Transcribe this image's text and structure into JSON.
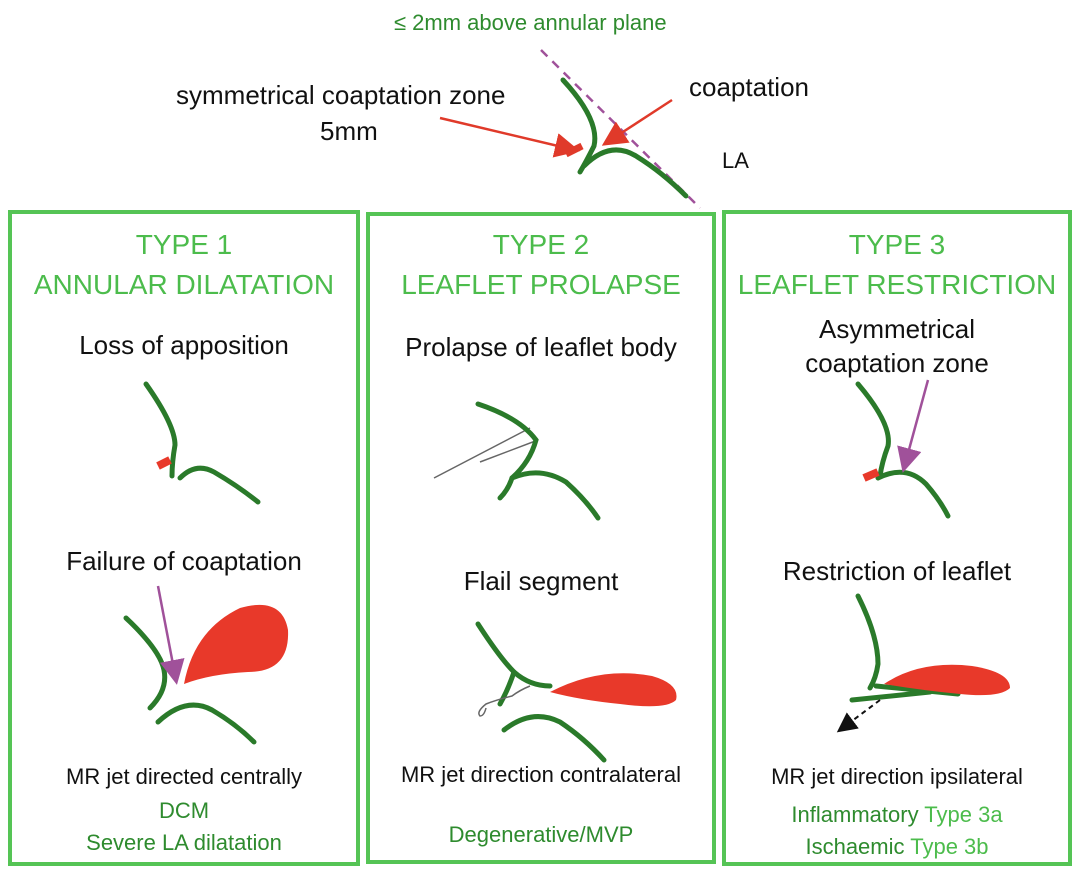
{
  "top": {
    "plane_label": "≤ 2mm above annular plane",
    "zone_label_1": "symmetrical coaptation zone",
    "zone_label_2": "5mm",
    "coaptation_label": "coaptation",
    "la_label": "LA"
  },
  "panels": [
    {
      "type": "TYPE 1",
      "name": "ANNULAR DILATATION",
      "subtitle": "Loss of apposition",
      "second_caption": "Failure of coaptation",
      "jet": "MR jet directed centrally",
      "etiology": [
        "DCM",
        "Severe LA dilatation"
      ]
    },
    {
      "type": "TYPE 2",
      "name": "LEAFLET PROLAPSE",
      "subtitle": "Prolapse of leaflet body",
      "second_caption": "Flail segment",
      "jet": "MR jet direction contralateral",
      "etiology": [
        "Degenerative/MVP"
      ]
    },
    {
      "type": "TYPE 3",
      "name": "LEAFLET RESTRICTION",
      "subtitle_1": "Asymmetrical",
      "subtitle_2": "coaptation zone",
      "second_caption": "Restriction of leaflet",
      "jet": "MR jet direction ipsilateral",
      "etiology": [
        {
          "label": "Inflammatory",
          "subtype": "Type 3a"
        },
        {
          "label": "Ischaemic",
          "subtype": "Type 3b"
        }
      ]
    }
  ],
  "colors": {
    "leaflet": "#2a7a2a",
    "jet": "#e8392a",
    "panel_border": "#55c455",
    "title_green": "#4cbc4c",
    "text_green": "#2e8b2e",
    "arrow_red": "#e03a2a",
    "arrow_purple": "#a0519a"
  }
}
